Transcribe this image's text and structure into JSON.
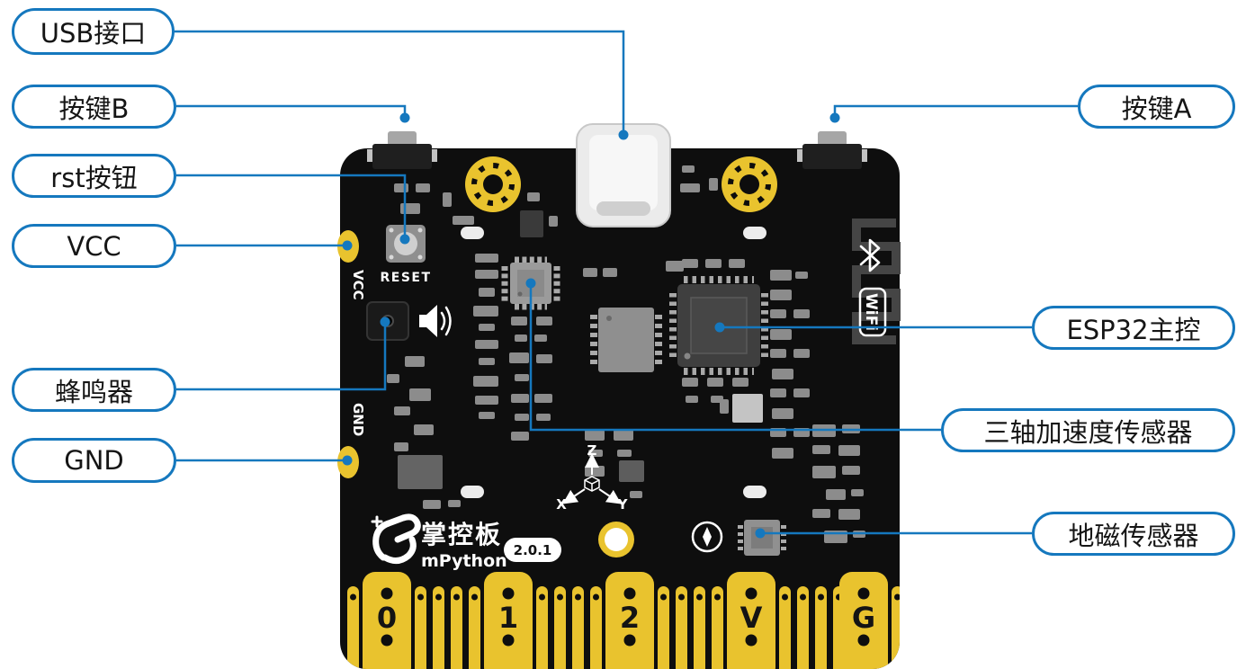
{
  "diagram": {
    "callouts_left": [
      {
        "label": "USB接口",
        "target": "usb-connector"
      },
      {
        "label": "按键B",
        "target": "button-b"
      },
      {
        "label": "rst按钮",
        "target": "reset-button"
      },
      {
        "label": "VCC",
        "target": "vcc-pad"
      },
      {
        "label": "蜂鸣器",
        "target": "buzzer"
      },
      {
        "label": "GND",
        "target": "gnd-pad"
      }
    ],
    "callouts_right": [
      {
        "label": "按键A",
        "target": "button-a"
      },
      {
        "label": "ESP32主控",
        "target": "esp32-chip"
      },
      {
        "label": "三轴加速度传感器",
        "target": "accelerometer-chip"
      },
      {
        "label": "地磁传感器",
        "target": "magnetometer-chip"
      }
    ]
  },
  "board": {
    "silkscreen": {
      "reset": "RESET",
      "vcc_pad": "VCC",
      "gnd_pad": "GND",
      "brand": "掌控板",
      "brand_sub": "mPython",
      "version": "2.0.1",
      "wifi_badge": "WiFi",
      "axis": {
        "x": "X",
        "y": "Y",
        "z": "Z"
      },
      "edge_pins": [
        "0",
        "1",
        "2",
        "V",
        "G"
      ]
    }
  },
  "colors": {
    "callout_blue": "#1578be",
    "pcb_black": "#0e0e0e",
    "pad_gold": "#e9c32e"
  }
}
